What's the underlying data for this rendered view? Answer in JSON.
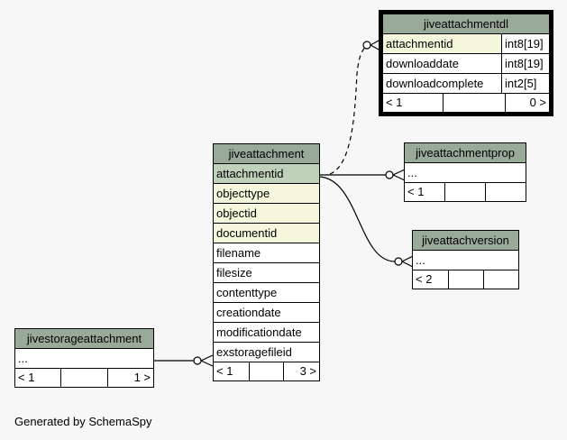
{
  "caption": "Generated by SchemaSpy",
  "tables": {
    "jiveattachment": {
      "name": "jiveattachment",
      "columns": [
        "attachmentid",
        "objecttype",
        "objectid",
        "documentid",
        "filename",
        "filesize",
        "contenttype",
        "creationdate",
        "modificationdate",
        "exstoragefileid"
      ],
      "footer": {
        "left": "< 1",
        "right": "3 >"
      }
    },
    "jiveattachmentdl": {
      "name": "jiveattachmentdl",
      "columns": [
        {
          "name": "attachmentid",
          "type": "int8[19]"
        },
        {
          "name": "downloaddate",
          "type": "int8[19]"
        },
        {
          "name": "downloadcomplete",
          "type": "int2[5]"
        }
      ],
      "footer": {
        "left": "< 1",
        "right": "0 >"
      }
    },
    "jiveattachmentprop": {
      "name": "jiveattachmentprop",
      "columns": [
        "..."
      ],
      "footer": {
        "left": "< 1",
        "right": ""
      }
    },
    "jiveattachversion": {
      "name": "jiveattachversion",
      "columns": [
        "..."
      ],
      "footer": {
        "left": "< 2",
        "right": ""
      }
    },
    "jivestorageattachment": {
      "name": "jivestorageattachment",
      "columns": [
        "..."
      ],
      "footer": {
        "left": "< 1",
        "right": "1 >"
      }
    }
  }
}
